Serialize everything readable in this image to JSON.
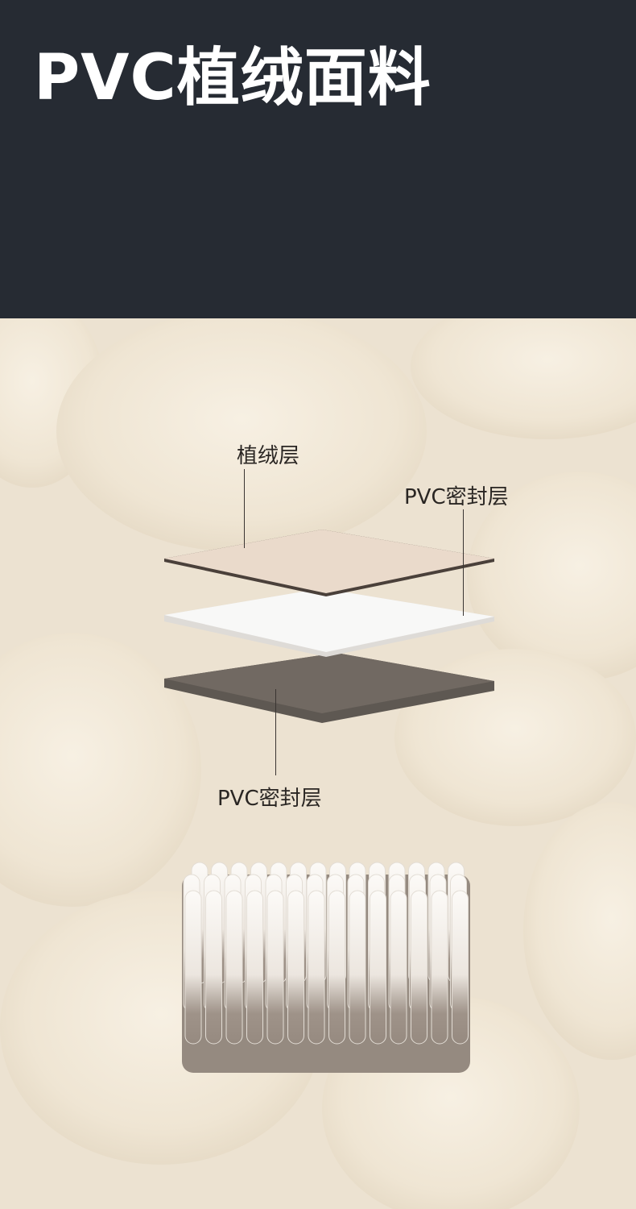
{
  "header": {
    "title": "PVC植绒面料",
    "background_color": "#262b33",
    "title_color": "#ffffff"
  },
  "layers": {
    "top_label": "植绒层",
    "middle_label": "PVC密封层",
    "bottom_label": "PVC密封层",
    "flock_color": "#ecd9c8",
    "seal_color": "#f7f7f7",
    "base_color": "#6f6760"
  },
  "fabric_colors": {
    "background": "#efe6d6",
    "highlight": "#f6efe2",
    "fiber": "#fbf9f5",
    "fiber_base": "#9a8e83"
  }
}
